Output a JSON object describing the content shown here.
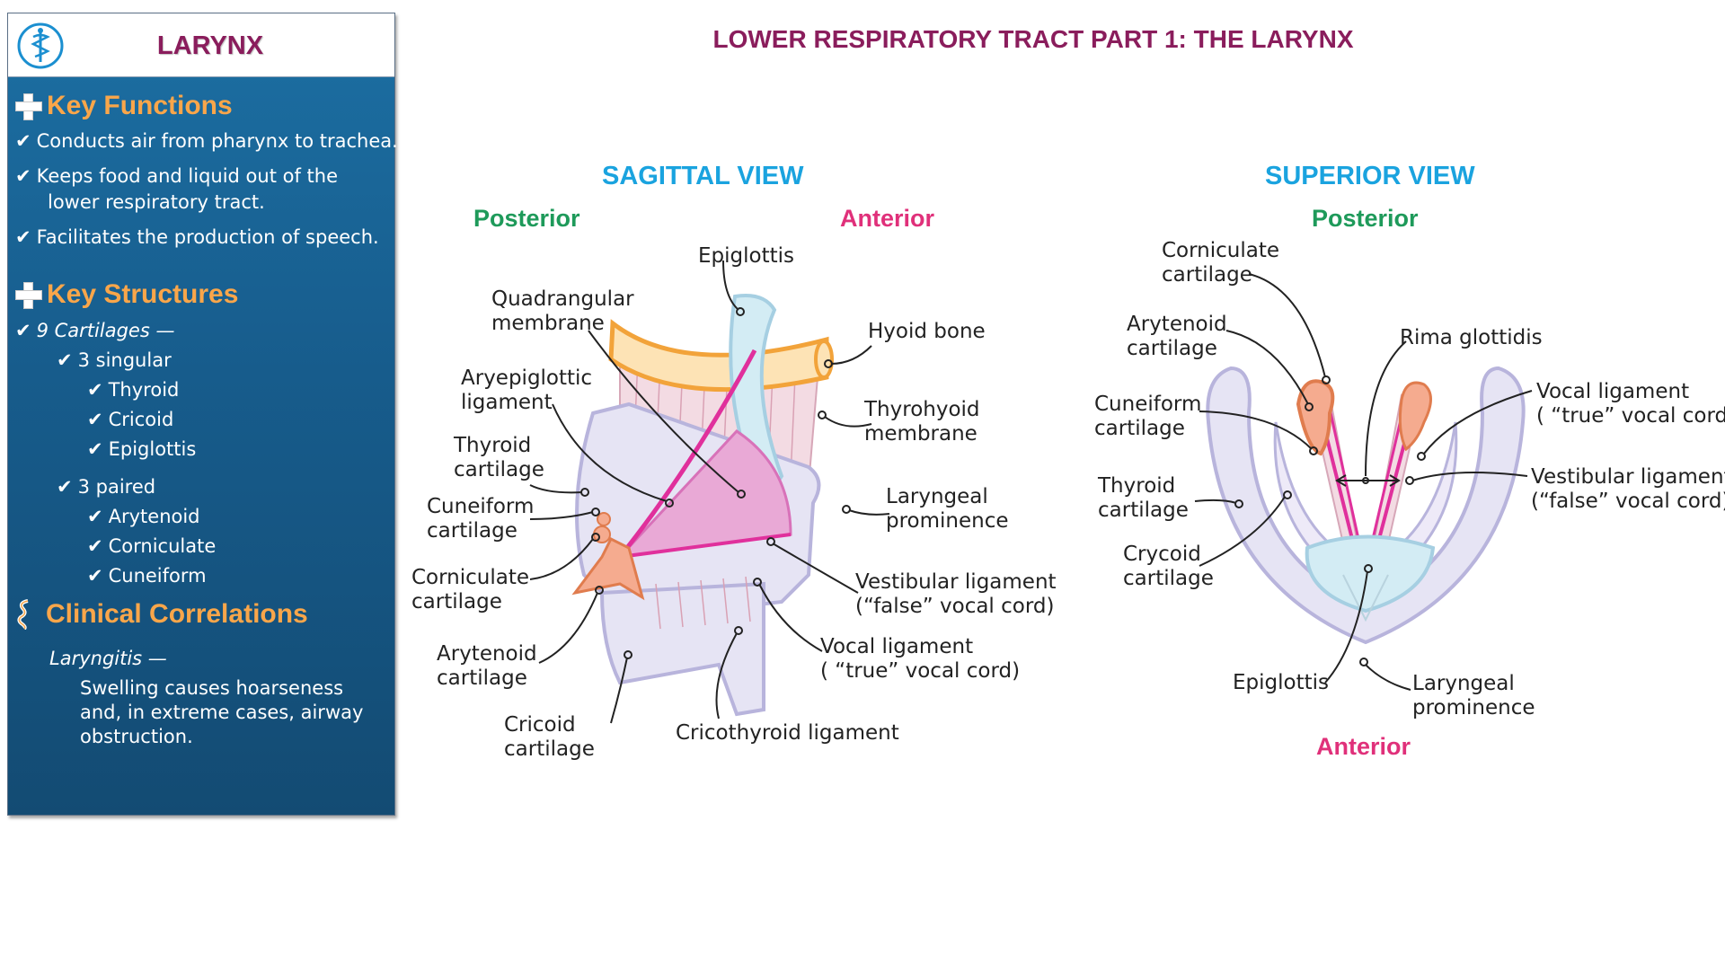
{
  "sidebar": {
    "title": "LARYNX",
    "key_functions": {
      "heading": "Key Functions",
      "items": [
        "Conducts air from pharynx to trachea.",
        "Keeps food and liquid out of the",
        "lower respiratory tract.",
        "Facilitates the production of speech."
      ]
    },
    "key_structures": {
      "heading": "Key Structures",
      "cartilages": "9 Cartilages —",
      "singular": "3 singular",
      "singular_items": [
        "Thyroid",
        "Cricoid",
        "Epiglottis"
      ],
      "paired": "3 paired",
      "paired_items": [
        "Arytenoid",
        "Corniculate",
        "Cuneiform"
      ]
    },
    "clinical": {
      "heading": "Clinical Correlations",
      "term": "Laryngitis —",
      "lines": [
        "Swelling causes hoarseness",
        "and, in extreme cases, airway",
        "obstruction."
      ]
    }
  },
  "page_title": "LOWER RESPIRATORY TRACT PART 1: THE LARYNX",
  "sagittal": {
    "title": "SAGITTAL VIEW",
    "posterior": "Posterior",
    "anterior": "Anterior",
    "labels": {
      "epiglottis": "Epiglottis",
      "quadrangular_1": "Quadrangular",
      "quadrangular_2": "membrane",
      "hyoid": "Hyoid bone",
      "aryepi_1": "Aryepiglottic",
      "aryepi_2": "ligament",
      "thyrohyoid_1": "Thyrohyoid",
      "thyrohyoid_2": "membrane",
      "thyroid_1": "Thyroid",
      "thyroid_2": "cartilage",
      "laryngeal_1": "Laryngeal",
      "laryngeal_2": "prominence",
      "cuneiform_1": "Cuneiform",
      "cuneiform_2": "cartilage",
      "corniculate_1": "Corniculate",
      "corniculate_2": "cartilage",
      "vestibular_1": "Vestibular ligament",
      "vestibular_2": "(“false” vocal cord)",
      "arytenoid_1": "Arytenoid",
      "arytenoid_2": "cartilage",
      "vocal_1": "Vocal ligament",
      "vocal_2": "( “true” vocal cord)",
      "cricoid_1": "Cricoid",
      "cricoid_2": "cartilage",
      "cricothyroid": "Cricothyroid ligament"
    }
  },
  "superior": {
    "title": "SUPERIOR VIEW",
    "posterior": "Posterior",
    "anterior": "Anterior",
    "labels": {
      "corniculate_1": "Corniculate",
      "corniculate_2": "cartilage",
      "arytenoid_1": "Arytenoid",
      "arytenoid_2": "cartilage",
      "rima": "Rima glottidis",
      "cuneiform_1": "Cuneiform",
      "cuneiform_2": "cartilage",
      "vocal_1": "Vocal ligament",
      "vocal_2": "( “true” vocal cord)",
      "thyroid_1": "Thyroid",
      "thyroid_2": "cartilage",
      "vestibular_1": "Vestibular ligament",
      "vestibular_2": "(“false” vocal cord)",
      "crycoid_1": "Crycoid",
      "crycoid_2": "cartilage",
      "epiglottis": "Epiglottis",
      "laryngeal_1": "Laryngeal",
      "laryngeal_2": "prominence"
    }
  },
  "colors": {
    "title": "#8a1d5c",
    "view_title": "#1aa3df",
    "posterior": "#1e9a5a",
    "anterior": "#e0307a",
    "sidebar_heading": "#f9a64a",
    "sidebar_bg": "#175c8c"
  },
  "icons": [
    "caduceus-icon",
    "plus-icon",
    "check-icon",
    "hook-icon"
  ]
}
